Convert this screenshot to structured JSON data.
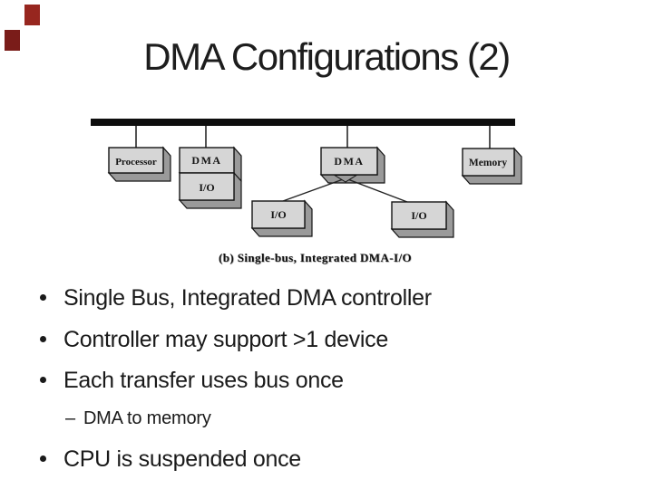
{
  "slide": {
    "title": "DMA Configurations (2)",
    "bullets": [
      {
        "level": 1,
        "text": "Single Bus, Integrated DMA controller"
      },
      {
        "level": 1,
        "text": "Controller may support >1 device"
      },
      {
        "level": 1,
        "text": "Each transfer uses bus once"
      },
      {
        "level": 2,
        "dash": "–",
        "text": "DMA to memory"
      },
      {
        "level": 1,
        "text": "CPU is suspended once"
      }
    ]
  },
  "diagram": {
    "caption": "(b) Single-bus, Integrated DMA-I/O",
    "nodes": [
      {
        "label": "Processor"
      },
      {
        "label": "DMA"
      },
      {
        "label": "I/O"
      },
      {
        "label": "DMA"
      },
      {
        "label": "I/O"
      },
      {
        "label": "I/O"
      },
      {
        "label": "Memory"
      }
    ],
    "colors": {
      "box_face": "#d6d6d6",
      "box_side": "#9a9a9a",
      "outline": "#141414",
      "bus": "#0d0d0d"
    }
  },
  "decoration": {
    "squares": [
      {
        "color": "#97261f"
      },
      {
        "color": "#7a1c19"
      }
    ]
  }
}
